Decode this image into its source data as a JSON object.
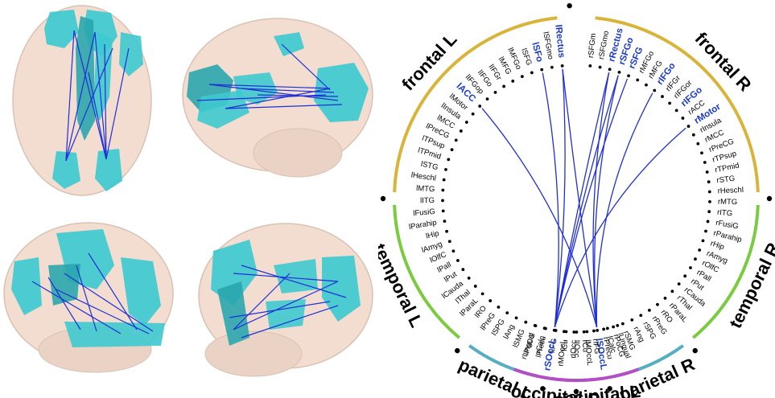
{
  "brain_views": [
    {
      "name": "axial-view"
    },
    {
      "name": "sagittal-view"
    },
    {
      "name": "coronal-view"
    },
    {
      "name": "oblique-view"
    }
  ],
  "colors": {
    "brain_shell": "#f2ddd0",
    "brain_outline": "#d8c2b4",
    "roi": "#3ec9cf",
    "roi_dark": "#2aa6ad",
    "edge": "#1f2fd6",
    "highlight_label": "#1a3acc",
    "ring_frontal": "#d9b43a",
    "ring_temporal": "#7acb3f",
    "ring_parietal": "#57aec1",
    "ring_occipital": "#b24fc6"
  },
  "regions": [
    {
      "label": "frontal L",
      "color_key": "ring_frontal"
    },
    {
      "label": "frontal R",
      "color_key": "ring_frontal"
    },
    {
      "label": "temporal L",
      "color_key": "ring_temporal"
    },
    {
      "label": "temporal R",
      "color_key": "ring_temporal"
    },
    {
      "label": "parietal L",
      "color_key": "ring_parietal"
    },
    {
      "label": "parietal R",
      "color_key": "ring_parietal"
    },
    {
      "label": "occipital L",
      "color_key": "ring_occipital"
    },
    {
      "label": "occipital R",
      "color_key": "ring_occipital"
    }
  ],
  "left_nodes": [
    "lRectus",
    "lSFGmo",
    "lSFo",
    "lSFG",
    "lMFGo",
    "lMFG",
    "lIFGr",
    "lIFGo",
    "lIFGop",
    "lACC",
    "lMotor",
    "lInsula",
    "lMCC",
    "lPreCG",
    "lTPsup",
    "lTPmid",
    "lSTG",
    "lHeschl",
    "lMTG",
    "lITG",
    "lFusiG",
    "lParahip",
    "lHip",
    "lAmyg",
    "lOlfC",
    "lPall",
    "lPut",
    "lCauda",
    "lThal",
    "lParaL",
    "lRO",
    "lPreG",
    "lSPG",
    "lAng",
    "lSMG",
    "lPoCG",
    "lPrecu",
    "lIFG",
    "lCu",
    "lIOcc",
    "lMOccL",
    "lSOccL",
    "lCalc",
    "lLingual"
  ],
  "right_nodes": [
    "rSFGm",
    "rSFGmo",
    "rRectus",
    "rSFGo",
    "rSFG",
    "rMFGo",
    "rMFG",
    "rIFGo",
    "rIFGr",
    "rIFGor",
    "rIFGo",
    "rACC",
    "rMotor",
    "rInsula",
    "rMCC",
    "rPreCG",
    "rTPsup",
    "rTPmid",
    "rSTG",
    "rHeschl",
    "rMTG",
    "rITG",
    "rFusiG",
    "rParahip",
    "rHip",
    "rAmyg",
    "rOlfC",
    "rPall",
    "rPut",
    "rCauda",
    "rThal",
    "rParaL",
    "rRO",
    "rPreG",
    "rSPG",
    "rAng",
    "rSMG",
    "rPoCG",
    "rPrecu",
    "rIFG",
    "rCu",
    "rIOcc",
    "rMOccL",
    "rSOccL",
    "rCalc",
    "rLingual"
  ],
  "highlighted": [
    "lRectus",
    "lSFo",
    "lACC",
    "lSOccL",
    "rRectus",
    "rSFGo",
    "rSFG",
    "rIFGo",
    "rMotor",
    "rSOccL"
  ],
  "connections": [
    [
      "lRectus",
      "lSOccL"
    ],
    [
      "lRectus",
      "rSOccL"
    ],
    [
      "rRectus",
      "lSOccL"
    ],
    [
      "rRectus",
      "rSOccL"
    ],
    [
      "rSFGo",
      "lSOccL"
    ],
    [
      "rSFGo",
      "rSOccL"
    ],
    [
      "rSFG",
      "rSOccL"
    ],
    [
      "rIFGo",
      "lSOccL"
    ],
    [
      "rMotor",
      "rSOccL"
    ],
    [
      "lACC",
      "lSOccL"
    ],
    [
      "lSFo",
      "rSOccL"
    ]
  ]
}
